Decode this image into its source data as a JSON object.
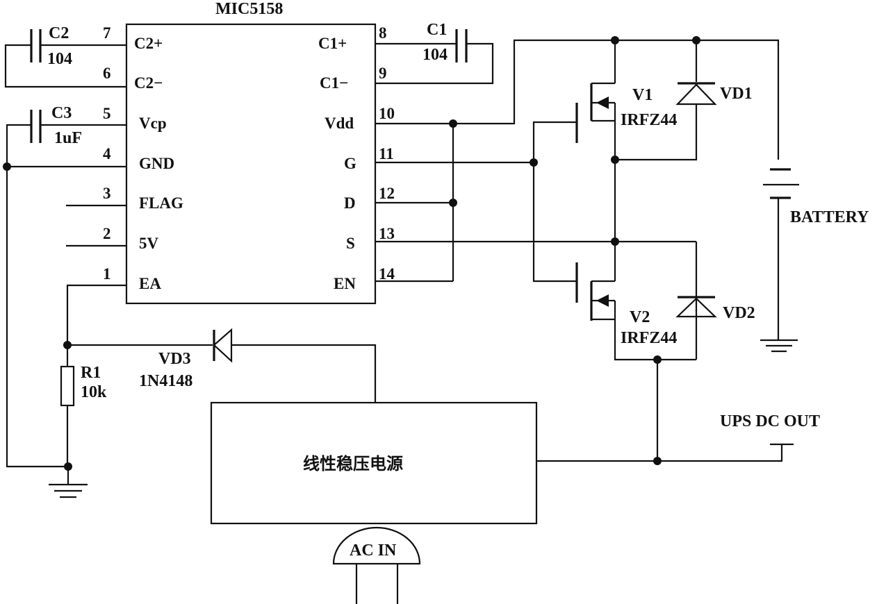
{
  "ic": {
    "name": "MIC5158",
    "left_pins": [
      {
        "num": "7",
        "label": "C2+"
      },
      {
        "num": "6",
        "label": "C2−"
      },
      {
        "num": "5",
        "label": "Vcp"
      },
      {
        "num": "4",
        "label": "GND"
      },
      {
        "num": "3",
        "label": "FLAG"
      },
      {
        "num": "2",
        "label": "5V"
      },
      {
        "num": "1",
        "label": "EA"
      }
    ],
    "right_pins": [
      {
        "num": "8",
        "label": "C1+"
      },
      {
        "num": "9",
        "label": "C1−"
      },
      {
        "num": "10",
        "label": "Vdd"
      },
      {
        "num": "11",
        "label": "G"
      },
      {
        "num": "12",
        "label": "D"
      },
      {
        "num": "13",
        "label": "S"
      },
      {
        "num": "14",
        "label": "EN"
      }
    ]
  },
  "components": {
    "c2": {
      "ref": "C2",
      "value": "104"
    },
    "c3": {
      "ref": "C3",
      "value": "1uF"
    },
    "c1": {
      "ref": "C1",
      "value": "104"
    },
    "v1": {
      "ref": "V1",
      "value": "IRFZ44"
    },
    "v2": {
      "ref": "V2",
      "value": "IRFZ44"
    },
    "vd1": {
      "ref": "VD1"
    },
    "vd2": {
      "ref": "VD2"
    },
    "vd3": {
      "ref": "VD3",
      "value": "1N4148"
    },
    "r1": {
      "ref": "R1",
      "value": "10k"
    },
    "battery": {
      "label": "BATTERY"
    },
    "psu": {
      "label": "线性稳压电源"
    },
    "ac_in": {
      "label": "AC IN"
    },
    "ups_out": {
      "label": "UPS DC OUT"
    }
  }
}
